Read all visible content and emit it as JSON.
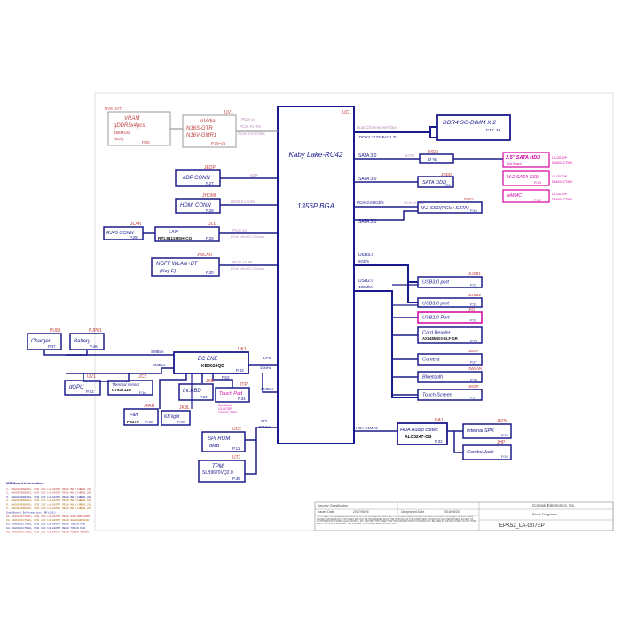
{
  "colors": {
    "box": "#1a1a8c",
    "bus_text": "#b58bb5",
    "ref": "#c04040",
    "pink": "#d400a0",
    "gray": "#999999",
    "ink": "#222222"
  },
  "cpu": {
    "ref": "UC1",
    "name": "Kaby Lake-RU42",
    "package": "1356P BGA"
  },
  "vram": {
    "ref": "UV6 UV7",
    "line1": "VRAM",
    "line2": "gDDR5x4pcs",
    "line3": "256Mx32",
    "line4": "(8Gb)",
    "page": "P.25"
  },
  "gpu": {
    "ref": "UV1",
    "line1": "nVidia",
    "line2": "N16S-GTR",
    "line3": "N16V-GMR1",
    "page": "P.19~26"
  },
  "gpu_bus": {
    "line1": "PCIe x4",
    "line2": "PCIe #1~#4",
    "line3": "PCIe 3.0 8Gb/s"
  },
  "dp": {
    "ref": "JEDP",
    "label": "eDP CONN",
    "page": "P.27",
    "bus": "eDP"
  },
  "hdmi": {
    "ref": "JHDMI",
    "label": "HDMI CONN",
    "page": "P.28",
    "bus": "DDI1 4 Lanes"
  },
  "lan": {
    "ref": "UL1",
    "label": "LAN",
    "chip": "RTL8111HSH-CG",
    "page": "P.29",
    "bus1": "PCIe x1",
    "bus2": "PCIe Gen1/2 2.5Gb/s"
  },
  "rj45": {
    "ref": "JLAN",
    "label": "RJ45 CONN",
    "page": "P.29"
  },
  "wlan": {
    "ref": "JWLAN",
    "line1": "NGFF WLAN+BT",
    "line2": "(Key E)",
    "page": "P.30",
    "bus1": "PCIe x1 #6",
    "bus2": "PCIe Gen1/2 2.5Gb/s"
  },
  "ddr": {
    "bus": "Dual Channel Interface",
    "bus2": "DDR4 2133MHz 1.2V",
    "label": "DDR4 SO-DIMM X 2",
    "page": "P.17~18"
  },
  "sata_hdd": {
    "bus": "SATA 3.0",
    "ref": "JHDD",
    "page": "P.38"
  },
  "hdd_board": {
    "line1": "2.5\" SATA HDD",
    "line2": "Sub Board",
    "line3": "LS-G07DP",
    "code": "DA6001CT900"
  },
  "ssd": {
    "line1": "M.2 SATA SSD",
    "page": "P.30",
    "line3": "LS-G07DP",
    "code": "DA6001CT900"
  },
  "emmc": {
    "line1": "eMMC",
    "page": "P.30",
    "line3": "LS-G07DP",
    "code": "DA6001CT900"
  },
  "sata_odd": {
    "bus": "SATA 3.0",
    "ref": "JODD",
    "label": "SATA ODD",
    "page": "P.30"
  },
  "m2_ssd": {
    "bus": "PCIe 3.0 8Gb/s",
    "bus2": "PCIe x2 SSD",
    "ref": "JSSD",
    "label": "M.2 SSD(PCIe+SATA)",
    "page": "P.16"
  },
  "sata_last": {
    "bus": "SATA 3.0"
  },
  "usb30": {
    "bus1": "USB3.0",
    "bus2": "5Gb/s"
  },
  "usb20": {
    "bus1": "USB2.0",
    "bus2": "480Mb/s"
  },
  "right_items": [
    {
      "ref": "JUSB1",
      "label": "USB3.0 port",
      "page": "P.31"
    },
    {
      "ref": "JUSB2",
      "label": "USB3.0 port",
      "page": "P.31"
    },
    {
      "ref": "JIO",
      "label": "USB2.0 Port",
      "page": "P.31"
    },
    {
      "ref": "",
      "label": "Card Reader",
      "chip": "AX6485N03-ELF-GR",
      "page": "P.29"
    },
    {
      "ref": "JEDP",
      "label": "Camera",
      "page": "P.27"
    },
    {
      "ref": "JWLAN",
      "label": "Bluetooth",
      "page": "P.30"
    },
    {
      "ref": "JEDP",
      "label": "Touch Screen",
      "page": "P.27"
    }
  ],
  "ec": {
    "ref": "UK1",
    "line1": "EC ENE",
    "chip": "KB9022QD",
    "page": "P.33",
    "bus_lpc": "LPC",
    "bus_lpc2": "33MHz"
  },
  "smbus": {
    "top": "SMBus",
    "mid": "SMBus",
    "left": "SMBus"
  },
  "charger": {
    "ref": "PU81",
    "label": "Charger",
    "page": "P.47"
  },
  "battery": {
    "ref": "PJP81",
    "label": "Battery",
    "page": "P.46"
  },
  "dgpu": {
    "ref": "UV1",
    "label": "dGPU",
    "page": "P.22"
  },
  "thermal": {
    "ref": "UC2",
    "label": "Thermal sensor",
    "chip": "G753T11U",
    "page": "P.10"
  },
  "kbd": {
    "ref": "JKB",
    "label": "Int.KBD",
    "page": "P.34",
    "bus": "PS2"
  },
  "touchpad": {
    "ref": "JTP",
    "label": "Touch Pad",
    "page": "P.34",
    "note1": "Sub Board",
    "note2": "LS-G07DP",
    "code": "DA6001CT900"
  },
  "fan": {
    "ref": "JFAN",
    "label": "Fan",
    "chip": "PSx70",
    "page": "P.36"
  },
  "kbl": {
    "ref": "JKBL",
    "label": "KB light",
    "page": "P.34"
  },
  "spi": {
    "ref": "UC2",
    "line1": "SPI ROM",
    "line2": "8MB",
    "page": "P.11",
    "bus1": "SPI",
    "bus2": "50MHz"
  },
  "tpm": {
    "ref": "UT1",
    "line1": "TPM",
    "line2": "SLB9670VQ2.0",
    "page": "P.35"
  },
  "hda": {
    "bus": "HDA 24MHz",
    "ref": "UA1",
    "label": "HDA Audio codec",
    "chip": "ALC3247-CG",
    "page": "P.32"
  },
  "spk": {
    "ref": "JSPK",
    "label": "Internal SPK",
    "page": "P.32"
  },
  "combo": {
    "ref": "JHP",
    "label": "Combo Jack",
    "page": "P.32"
  },
  "mb_info": {
    "title": "MB Board Information:",
    "lines": [
      "1. DAG0G0R1B6W1, PCB 29C LA-G07EP REV0 MB (CHBLB_2G)",
      "2. DAG0G0R1B6W2, PCB 29C LA-G07EP REV0 MB (CHBLB_2G)",
      "3. DAG0G0R1B6W3, PCB 29C LA-G07EP REV0 MB (CHBLB_2G)",
      "4. DAG0G0R1B6W4, PCB 29C LA-G07EP REV0 MB (CHBLB_2G)",
      "5. DAG0G0R1B6W5, PCB 29C LA-G07EP REV0 MB (CHBLB_2G)",
      "6. DAG0G0R1B6W6, PCB 29C LA-G07EP REV0 MB (CHBLB_2G)",
      "Sub Board Information:(DP)(D1)",
      "01. DA6001CT900, PCB 29C LS-G07DP REV0 USB/HDD/EMMC",
      "02. DA6001CT900, PCB 29C LS-G07DP REV0 DAG0G0R1B6W",
      "03. DA6001CT900, PCB 29C LS-G07DP REV0 TOUCH PAD",
      "04. DA6001CT900, PCB 29C LS-G07DP REV0 TOUCH PAD",
      "05. DA6001CT900, PCB 29C LS-G07DP REV0 POWER BOARD"
    ]
  },
  "title_block": {
    "security": "Security Classification",
    "issued": "Issued Date",
    "issued_val": "2017/09/26",
    "deciphered": "Deciphered Date",
    "deciphered_val": "2018/09/26",
    "company": "Compal Electronics, Inc.",
    "title_label": "Block Diagrams",
    "legal": "THIS SHEET OF ENGINEERING DRAWING IS THE PROPRIETARY PROPERTY OF COMPAL ELECTRONICS, INC. AND CONTAINS CONFIDENTIAL AND TRADE SECRET INFORMATION. THIS SHEET MAY NOT BE TRANSFERED FROM THE CUSTODY OF THE COMPETENT DIVISION OF R&D DEPARTMENT EXCEPT AS AUTHORIZED BY COMPAL ELECTRONICS, INC. NEITHER THIS SHEET NOR THE INFORMATION IT CONTAINS MAY BE USED BY OR DISCLOSED TO ANY THIRD PARTY WITHOUT PRIOR WRITTEN CONSENT OF COMPAL ELECTRONICS, INC.",
    "project": "EPK52_LA-G07EP"
  }
}
